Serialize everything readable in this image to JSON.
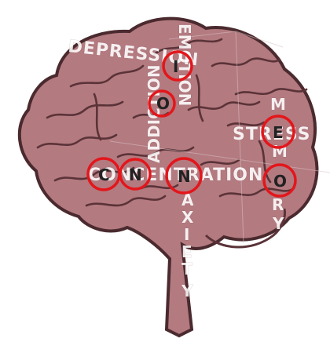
{
  "colors": {
    "brain_fill": "#b37a80",
    "brain_outline": "#4a2a2e",
    "fold_line": "#5a3338",
    "word_fill": "#ffffff",
    "circle_stroke": "#e3161b",
    "letter_fill": "#222222"
  },
  "words": {
    "depression": "DEPRESSION",
    "addiction": "ADDICTION",
    "stress": "STRESS",
    "concentration": "CONCENTRATION",
    "anxiety": "ANXIETY",
    "memory": "MEMORY",
    "emotion_vertical": "EMOTION"
  },
  "circled_letters": [
    "I",
    "O",
    "C",
    "N",
    "N",
    "E",
    "O"
  ]
}
